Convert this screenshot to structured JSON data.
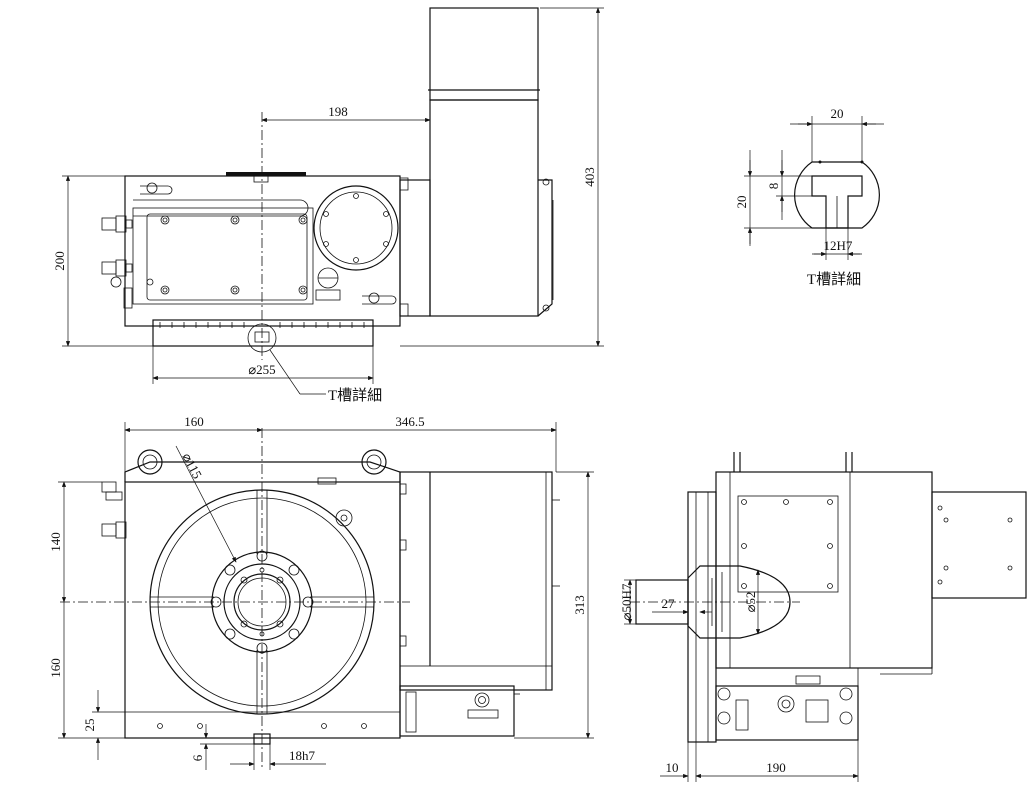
{
  "top_view": {
    "dim_198": "198",
    "dim_403": "403",
    "dim_200": "200",
    "dim_255": "⌀255",
    "callout": "T槽詳細"
  },
  "detail_view": {
    "dim_20_top": "20",
    "dim_20_side": "20",
    "dim_8": "8",
    "dim_12h7": "12H7",
    "title": "T槽詳細"
  },
  "front_view": {
    "dim_160_top": "160",
    "dim_346_5": "346.5",
    "dim_115": "⌀115",
    "dim_140": "140",
    "dim_160_side": "160",
    "dim_313": "313",
    "dim_25": "25",
    "dim_6": "6",
    "dim_18h7": "18h7"
  },
  "side_view": {
    "dim_50h7": "⌀50H7",
    "dim_27": "27",
    "dim_52": "⌀52",
    "dim_10": "10",
    "dim_190": "190"
  }
}
